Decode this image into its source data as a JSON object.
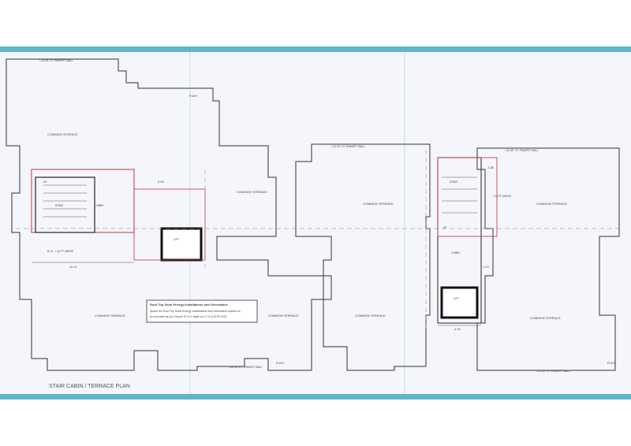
{
  "drawing": {
    "title": "STAIR CABIN / TERRACE PLAN",
    "note": {
      "heading": "Roof Top Solar Energy Installations and Generation:",
      "lines": [
        "Space for Roof Top Solar Energy Installations and Generation system to",
        "be provided as per Clause 37.5.1, table no.17.3 of DCR 2022"
      ]
    },
    "labels": {
      "common_terrace": "COMMON TERRACE",
      "parapet_wall": "1.10 MT. HT. PARAPET WALL",
      "wall_right": "1.10 MT. HT. PARAPET WALL",
      "rwp": "R.W.P.",
      "lift": "LIFT",
      "lobby": "LOBBY",
      "stair": "STAIR",
      "above": "1.10 FT. ABOVE",
      "up": "UP"
    },
    "dimensions": {
      "d1": "6.11",
      "d2": "11.21",
      "d3": "4.93",
      "d4": "1.10",
      "d5": "5.90",
      "d6": "1.38"
    }
  }
}
